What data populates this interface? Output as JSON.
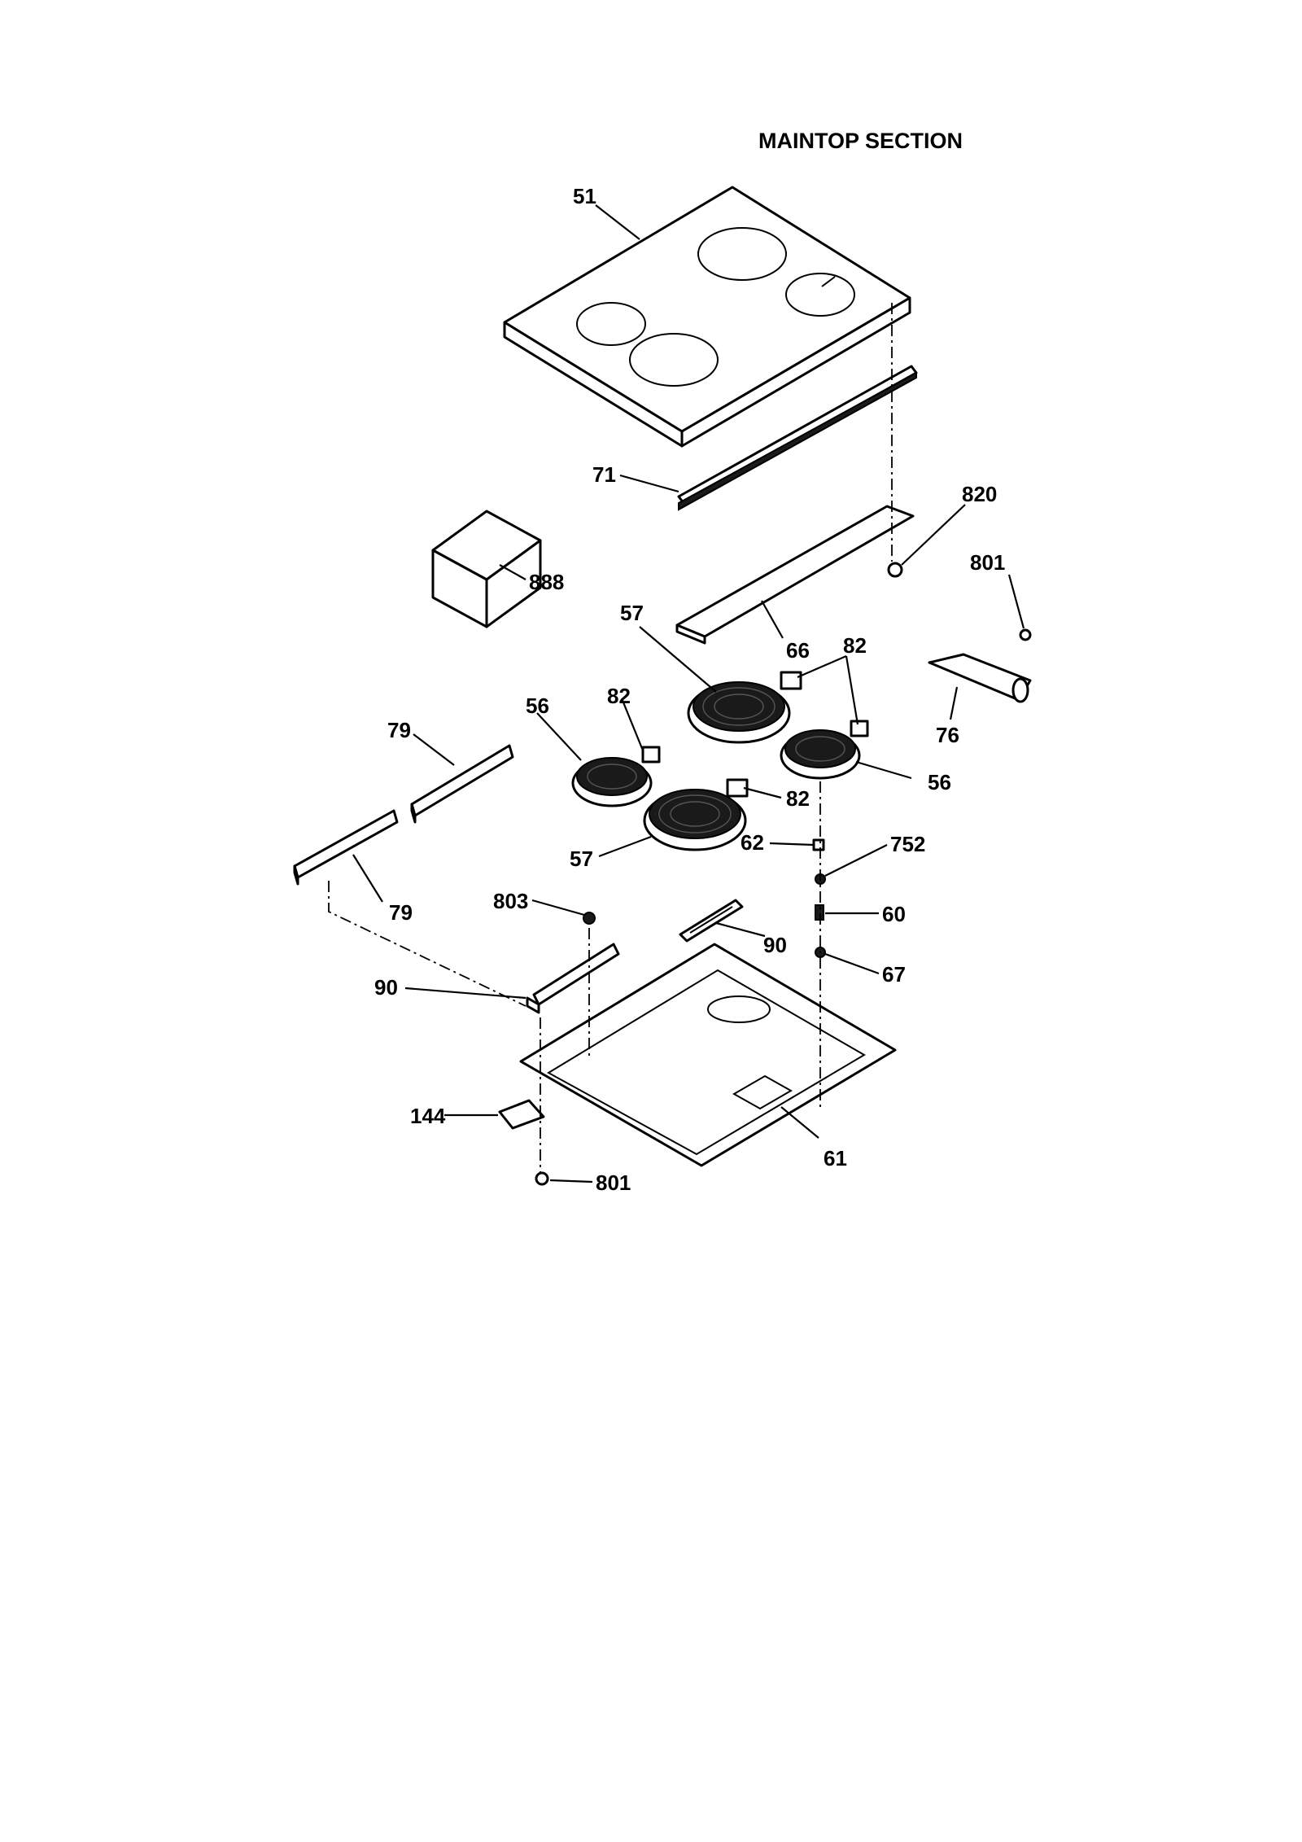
{
  "title": "MAINTOP SECTION",
  "callouts": {
    "c51": "51",
    "c71": "71",
    "c820": "820",
    "c801_top": "801",
    "c888": "888",
    "c57_top": "57",
    "c66": "66",
    "c82_top": "82",
    "c76": "76",
    "c79_top": "79",
    "c56_left": "56",
    "c82_mid": "82",
    "c56_right": "56",
    "c82_low": "82",
    "c57_low": "57",
    "c62": "62",
    "c752": "752",
    "c79_low": "79",
    "c803": "803",
    "c90_right": "90",
    "c60": "60",
    "c67": "67",
    "c90_left": "90",
    "c144": "144",
    "c61": "61",
    "c801_bottom": "801"
  }
}
